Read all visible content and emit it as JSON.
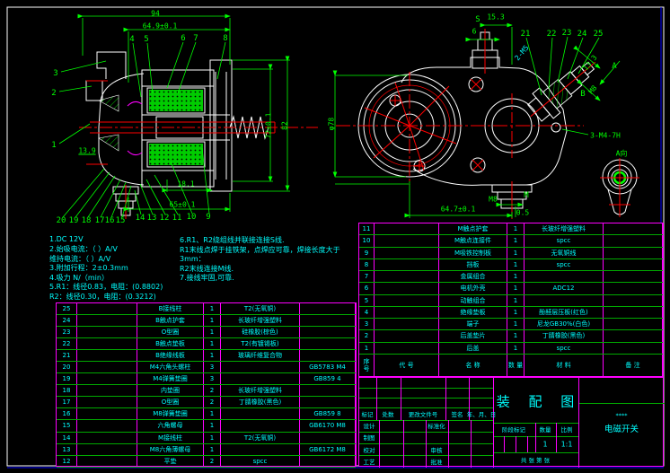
{
  "notes": {
    "left": [
      "1.DC  12V",
      "2.始吸电流：（    ）A/V",
      "  维持电流：（    ）A/V",
      "3.附加行程：2±0.3mm",
      "4.吸力  N/（min）",
      "5.R1：线径0.83，电阻：(0.8802)",
      "  R2：线径0.30，电阻：(0.3212)"
    ],
    "right": [
      "6.R1、R2绕组线并联接连接S线.",
      "  R1末线点焊于挂铁架，点焊应可靠，焊接长度大于",
      "3mm：",
      "  R2末线连接M线.",
      "7.接线牢固,可靠."
    ]
  },
  "left_view": {
    "dims": {
      "total": "94",
      "sub": "64.9±0.1",
      "height": "82",
      "inner_height": "72±0.1",
      "left_small": "13.9",
      "bottom_small": "18.1",
      "bottom": "65±0.1"
    },
    "callouts_top": [
      "4",
      "5",
      "6",
      "7",
      "8"
    ],
    "callouts_left": [
      "3",
      "2",
      "1"
    ],
    "callouts_bottom": [
      "20",
      "19",
      "18",
      "17",
      "16",
      "15",
      "14",
      "13",
      "12",
      "11",
      "10",
      "9"
    ]
  },
  "right_view": {
    "labels": {
      "s": "S",
      "dim_top": "15.3",
      "dim_six": "6",
      "slant_holes": "2-M5",
      "slant_dim": "13.3",
      "slant_m8": "M8",
      "a": "A",
      "b": "B",
      "thread_note": "3-M4-7H",
      "a_view": "A向",
      "dia": "φ78",
      "dim_bottom": "64.7±0.1",
      "m8": "M8",
      "m": "M",
      "half": "0.5"
    },
    "callouts": [
      "21",
      "22",
      "23",
      "24",
      "25"
    ]
  },
  "left_table": {
    "rows": [
      [
        "25",
        "",
        "B接线柱",
        "1",
        "T2(无氧铜)",
        ""
      ],
      [
        "24",
        "",
        "B触点护套",
        "1",
        "长玻纤增强塑料",
        ""
      ],
      [
        "23",
        "",
        "O型圈",
        "1",
        "硅橡胶(棕色)",
        ""
      ],
      [
        "22",
        "",
        "B触点垫板",
        "1",
        "T2(有镀锡板)",
        ""
      ],
      [
        "21",
        "",
        "B绝缘线板",
        "1",
        "玻璃纤维复合物",
        ""
      ],
      [
        "20",
        "",
        "M4六角头螺柱",
        "3",
        "",
        "GB5783  M4"
      ],
      [
        "19",
        "",
        "M4弹簧垫圈",
        "3",
        "",
        "GB859  4"
      ],
      [
        "18",
        "",
        "内垫圈",
        "2",
        "长玻纤增强塑料",
        ""
      ],
      [
        "17",
        "",
        "O型圈",
        "2",
        "丁腈橡胶(黑色)",
        ""
      ],
      [
        "16",
        "",
        "M8弹簧垫圈",
        "1",
        "",
        "GB859  8"
      ],
      [
        "15",
        "",
        "六角螺母",
        "1",
        "",
        "GB6170  M8"
      ],
      [
        "14",
        "",
        "M接线柱",
        "1",
        "T2(无氧铜)",
        ""
      ],
      [
        "13",
        "",
        "M8六角薄螺母",
        "1",
        "",
        "GB6172  M8"
      ],
      [
        "12",
        "",
        "平垫",
        "2",
        "spcc",
        ""
      ]
    ]
  },
  "right_table": {
    "headers": [
      "序 号",
      "代  号",
      "名  称",
      "数 量",
      "材  料",
      "备  注"
    ],
    "rows": [
      [
        "11",
        "",
        "M触点护套",
        "1",
        "长玻纤增强塑料",
        ""
      ],
      [
        "10",
        "",
        "M触点连接件",
        "1",
        "spcc",
        ""
      ],
      [
        "9",
        "",
        "M吸铁控制板",
        "1",
        "无氧铜线",
        ""
      ],
      [
        "8",
        "",
        "挡板",
        "1",
        "spcc",
        ""
      ],
      [
        "7",
        "",
        "金属组合",
        "1",
        "",
        ""
      ],
      [
        "6",
        "",
        "电机外壳",
        "1",
        "ADC12",
        ""
      ],
      [
        "5",
        "",
        "动触组合",
        "1",
        "",
        ""
      ],
      [
        "4",
        "",
        "绝缘垫板",
        "1",
        "酚醛层压板(红色)",
        ""
      ],
      [
        "3",
        "",
        "端子",
        "1",
        "尼龙GB30%(白色)",
        ""
      ],
      [
        "2",
        "",
        "后盖垫片",
        "1",
        "丁腈橡胶(黑色)",
        ""
      ],
      [
        "1",
        "",
        "后盖",
        "1",
        "spcc",
        ""
      ]
    ]
  },
  "title_block": {
    "title": "装 配 图",
    "company": "****",
    "product": "电磁开关",
    "qty_value": "1",
    "scale_value": "1:1",
    "labels": {
      "mark": "标记",
      "count": "处数",
      "change_doc": "更改文件号",
      "sign": "签名",
      "date": "年、月、日",
      "design": "设计",
      "draft": "制图",
      "check": "校对",
      "process": "工艺",
      "standard": "标准化",
      "audit": "审核",
      "approve": "批准",
      "stage_mark": "阶段标记",
      "qty": "数量",
      "scale": "比例",
      "sheets": "共  张  第  张"
    }
  }
}
